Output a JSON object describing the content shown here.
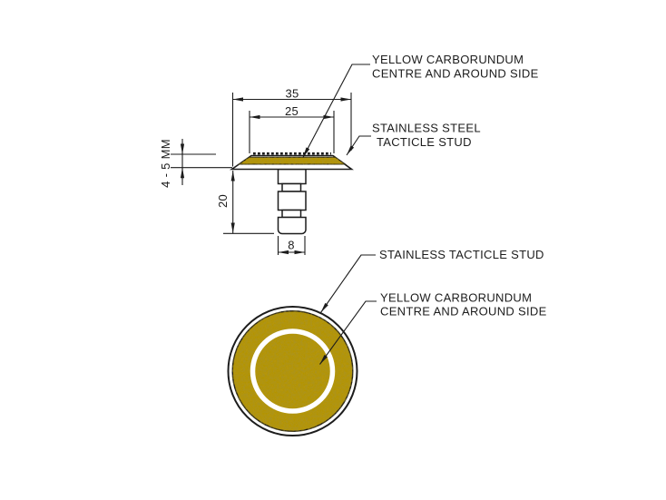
{
  "drawing": {
    "title": "Tactile stud technical drawing",
    "colors": {
      "carborundum_yellow": "#b4950d",
      "line": "#1c1c1c",
      "background": "#ffffff"
    },
    "side_view": {
      "dim_head_outer_width": "35",
      "dim_head_top_width": "25",
      "dim_head_height": "4 - 5 MM",
      "dim_stem_height": "20",
      "dim_stem_width": "8",
      "label_carborundum_line1": "YELLOW CARBORUNDUM",
      "label_carborundum_line2": "CENTRE AND AROUND SIDE",
      "label_steel_line1": "STAINLESS STEEL",
      "label_steel_line2": "TACTICLE STUD"
    },
    "plan_view": {
      "label_steel": "STAINLESS TACTICLE STUD",
      "label_carborundum_line1": "YELLOW CARBORUNDUM",
      "label_carborundum_line2": "CENTRE AND AROUND SIDE"
    }
  }
}
